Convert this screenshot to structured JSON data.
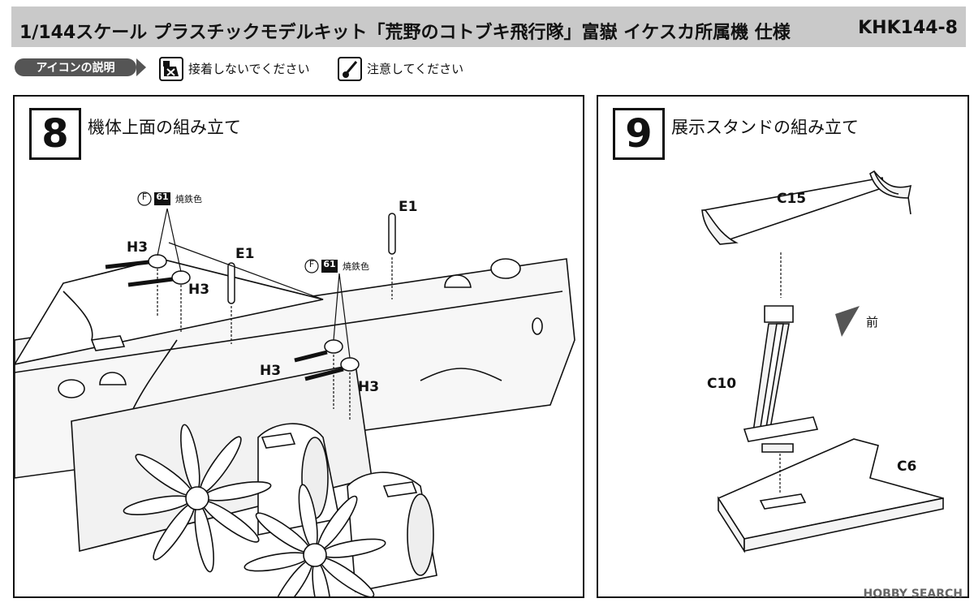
{
  "header": {
    "title": "1/144スケール プラスチックモデルキット「荒野のコトブキ飛行隊」富嶽 イケスカ所属機 仕様",
    "code": "KHK144-8"
  },
  "icon_legend": {
    "label": "アイコンの説明",
    "items": [
      {
        "icon": "no-glue-icon",
        "text": "接着しないでください"
      },
      {
        "icon": "caution-icon",
        "text": "注意してください"
      }
    ]
  },
  "steps": [
    {
      "number": "8",
      "title": "機体上面の組み立て",
      "callouts": [
        {
          "part": "H3"
        },
        {
          "part": "H3"
        },
        {
          "part": "E1"
        },
        {
          "part": "E1"
        },
        {
          "part": "H3"
        },
        {
          "part": "H3"
        }
      ],
      "paint_notes": [
        {
          "letter": "F",
          "code": "61",
          "color": "焼鉄色"
        },
        {
          "letter": "F",
          "code": "61",
          "color": "焼鉄色"
        }
      ]
    },
    {
      "number": "9",
      "title": "展示スタンドの組み立て",
      "callouts": [
        {
          "part": "C15"
        },
        {
          "part": "C10"
        },
        {
          "part": "C6"
        }
      ],
      "front_label": "前"
    }
  ],
  "watermark": "HOBBY SEARCH"
}
